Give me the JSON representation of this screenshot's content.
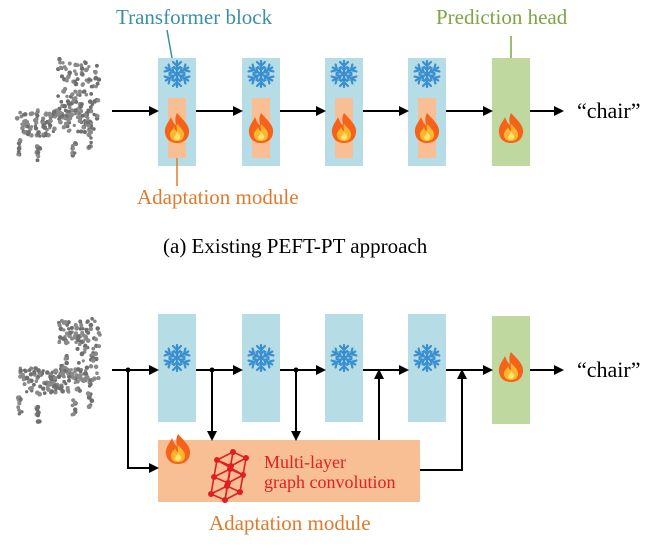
{
  "colors": {
    "transformer_block": "#b6dde6",
    "transformer_label": "#3b8fa6",
    "adaptation": "#f8bf95",
    "adaptation_label": "#e07a2c",
    "prediction_head": "#bfd8a0",
    "prediction_label": "#7ea444",
    "arrow": "#000000",
    "graph": "#e02020",
    "snowflake": "#3a8fd0",
    "point_cloud": "#888888"
  },
  "top": {
    "transformer_label": "Transformer block",
    "prediction_label": "Prediction head",
    "adaptation_label": "Adaptation module",
    "output": "“chair”",
    "caption": "(a)  Existing PEFT-PT approach",
    "block_icons": [
      "snowflake-icon",
      "fire-icon"
    ],
    "head_icon": "fire-icon"
  },
  "bottom": {
    "graph_text_line1": "Multi-layer",
    "graph_text_line2": "graph convolution",
    "adaptation_label": "Adaptation module",
    "output": "“chair”",
    "block_icon": "snowflake-icon",
    "module_icon": "fire-icon",
    "head_icon": "fire-icon"
  }
}
